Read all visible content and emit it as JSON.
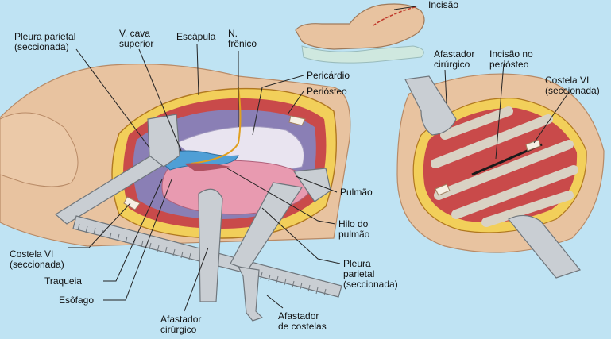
{
  "colors": {
    "background": "#bfe3f3",
    "skin": "#e8c3a0",
    "tissue": "#c94a4a",
    "lung": "#e89ab0",
    "pericardium": "#e9e4f0",
    "vein": "#4f9fd6",
    "nerve": "#e0a020",
    "instrument": "#c9ced3",
    "fat": "#f2cf5a",
    "leader": "#222222"
  },
  "labels": {
    "incisao": "Incisão",
    "pleura_parietal_top": "Pleura parietal\n(seccionada)",
    "v_cava": "V. cava\nsuperior",
    "escapula": "Escápula",
    "n_frenico": "N.\nfrênico",
    "pericardio": "Pericárdio",
    "periosteo": "Periósteo",
    "pulmao": "Pulmão",
    "hilo": "Hilo do\npulmão",
    "pleura_parietal_bottom": "Pleura\nparietal\n(seccionada)",
    "afastador_costelas": "Afastador\nde costelas",
    "afastador_cirurgico_bottom": "Afastador\ncirúrgico",
    "esofago": "Esôfago",
    "traqueia": "Traqueia",
    "costela_vi_left": "Costela VI\n(seccionada)",
    "afastador_cirurgico_right": "Afastador\ncirúrgico",
    "incisao_periosteo": "Incisão no\nperiósteo",
    "costela_vi_right": "Costela VI\n(seccionada)"
  }
}
